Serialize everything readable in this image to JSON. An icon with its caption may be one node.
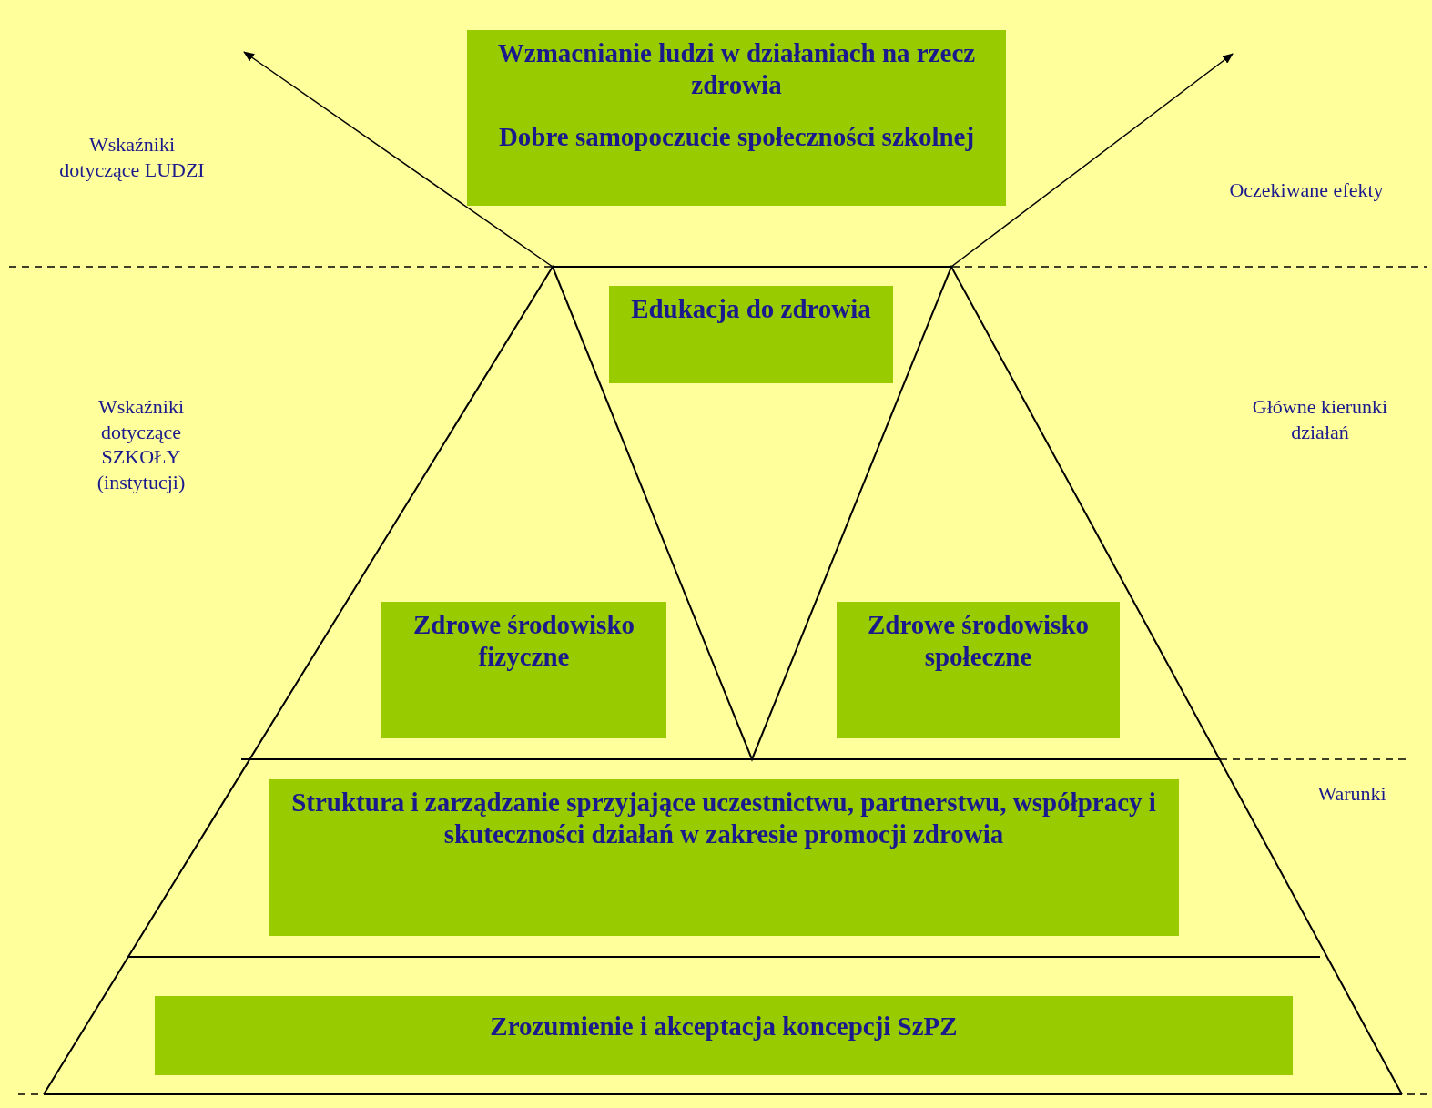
{
  "diagram": {
    "nodes": [
      {
        "text": [
          "Wzmacnianie ludzi w działaniach na rzecz zdrowia",
          "Dobre samopoczucie społeczności szkolnej"
        ]
      },
      {
        "text": [
          "Edukacja do zdrowia"
        ]
      },
      {
        "text": [
          "Zdrowe środowisko fizyczne"
        ]
      },
      {
        "text": [
          "Zdrowe środowisko społeczne"
        ]
      },
      {
        "text": [
          "Struktura i zarządzanie sprzyjające uczestnictwu, partnerstwu, współpracy i skuteczności działań w zakresie promocji zdrowia"
        ]
      },
      {
        "text": [
          "Zrozumienie i akceptacja koncepcji SzPZ"
        ]
      }
    ],
    "labels": [
      "Wskaźniki dotyczące LUDZI",
      "Oczekiwane efekty",
      "Wskaźniki dotyczące SZKOŁY (instytucji)",
      "Główne kierunki działań",
      "Warunki"
    ]
  }
}
